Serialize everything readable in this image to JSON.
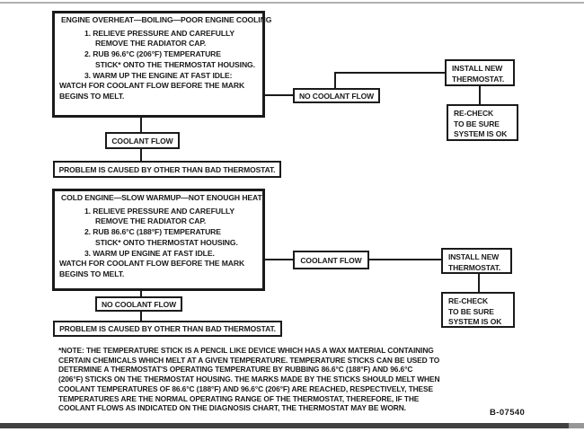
{
  "flow1": {
    "main": {
      "lines": [
        "ENGINE OVERHEAT—BOILING—POOR ENGINE COOLING",
        "1.  RELIEVE PRESSURE AND CAREFULLY",
        "REMOVE THE RADIATOR CAP.",
        "2.  RUB 96.6°C (206°F) TEMPERATURE",
        "STICK* ONTO THE THERMOSTAT HOUSING.",
        "3.  WARM UP THE ENGINE AT FAST IDLE:",
        "WATCH FOR COOLANT FLOW BEFORE THE MARK",
        "BEGINS TO MELT."
      ]
    },
    "no_flow_label": "NO COOLANT FLOW",
    "coolant_flow_label": "COOLANT FLOW",
    "install_lines": [
      "INSTALL NEW",
      "THERMOSTAT."
    ],
    "recheck_lines": [
      "RE-CHECK",
      "TO BE SURE",
      "SYSTEM IS OK"
    ],
    "problem_label": "PROBLEM IS CAUSED BY OTHER THAN BAD THERMOSTAT."
  },
  "flow2": {
    "main": {
      "lines": [
        "COLD ENGINE—SLOW WARMUP—NOT ENOUGH HEAT",
        "1.  RELIEVE PRESSURE AND CAREFULLY",
        "REMOVE THE RADIATOR CAP.",
        "2.  RUB 86.6°C (188°F) TEMPERATURE",
        "STICK* ONTO THERMOSTAT HOUSING.",
        "3.  WARM UP ENGINE AT FAST IDLE.",
        "WATCH FOR COOLANT FLOW BEFORE THE MARK",
        "BEGINS TO MELT."
      ]
    },
    "no_flow_label": "NO COOLANT FLOW",
    "coolant_flow_label": "COOLANT FLOW",
    "install_lines": [
      "INSTALL NEW",
      "THERMOSTAT."
    ],
    "recheck_lines": [
      "RE-CHECK",
      "TO BE SURE",
      "SYSTEM IS OK"
    ],
    "problem_label": "PROBLEM IS CAUSED BY OTHER THAN BAD THERMOSTAT."
  },
  "footnote": {
    "lines": [
      "*NOTE: THE TEMPERATURE STICK IS A PENCIL LIKE DEVICE WHICH HAS A WAX MATERIAL CONTAINING",
      "CERTAIN CHEMICALS WHICH MELT AT A GIVEN TEMPERATURE. TEMPERATURE STICKS CAN BE USED TO",
      "DETERMINE A THERMOSTAT'S OPERATING TEMPERATURE BY RUBBING 86.6°C (188°F) AND 96.6°C",
      "(206°F) STICKS ON THE THERMOSTAT HOUSING. THE MARKS MADE BY THE STICKS SHOULD MELT WHEN",
      "COOLANT TEMPERATURES OF 86.6°C (188°F) AND 96.6°C (206°F) ARE REACHED, RESPECTIVELY, THESE",
      "TEMPERATURES ARE THE NORMAL OPERATING RANGE OF THE THERMOSTAT, THEREFORE, IF THE",
      "COOLANT FLOWS AS INDICATED ON THE DIAGNOSIS CHART, THE THERMOSTAT MAY BE WORN."
    ]
  },
  "footer": {
    "figure_code": "B-07540"
  },
  "colors": {
    "ink": "#1a1a1a",
    "bottom_bar": "#414141",
    "bottom_bar_tip": "#979797",
    "top_rule": "#b2b2b2"
  }
}
